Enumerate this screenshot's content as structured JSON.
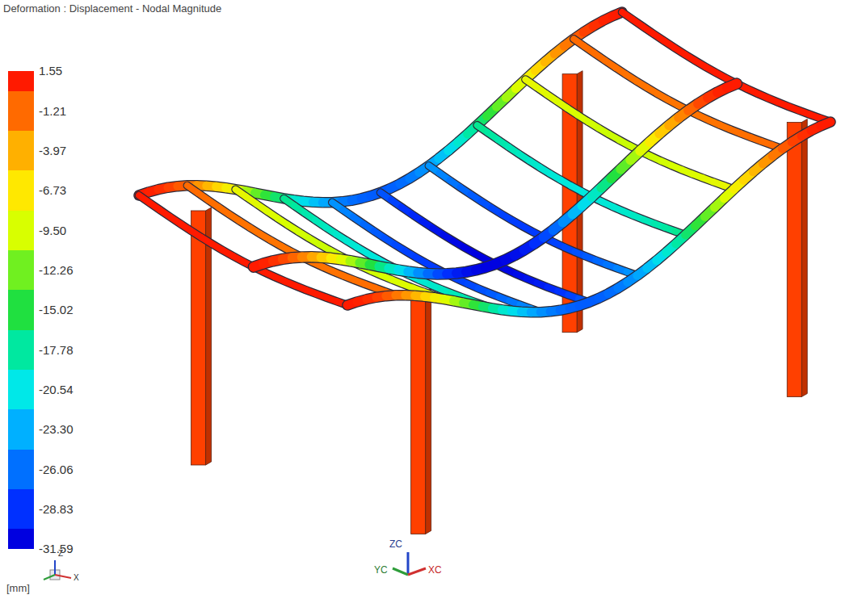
{
  "diagram": {
    "title": "Deformation : Displacement - Nodal Magnitude",
    "labels": [
      "[mm]",
      "Z",
      "X",
      "ZC",
      "YC",
      "XC"
    ],
    "legend": [
      {
        "text": "1.55",
        "color": "#ff1a00"
      },
      {
        "text": "-1.21",
        "color": "#ff6a00"
      },
      {
        "text": "-3.97",
        "color": "#ffb000"
      },
      {
        "text": "-6.73",
        "color": "#ffe800"
      },
      {
        "text": "-9.50",
        "color": "#d8ff00"
      },
      {
        "text": "-12.26",
        "color": "#70f020"
      },
      {
        "text": "-15.02",
        "color": "#20e040"
      },
      {
        "text": "-17.78",
        "color": "#00e8a0"
      },
      {
        "text": "-20.54",
        "color": "#00e8e8"
      },
      {
        "text": "-23.30",
        "color": "#00b0ff"
      },
      {
        "text": "-26.06",
        "color": "#0070ff"
      },
      {
        "text": "-28.83",
        "color": "#0030ff"
      },
      {
        "text": "-31.59",
        "color": "#0000e0"
      }
    ]
  }
}
